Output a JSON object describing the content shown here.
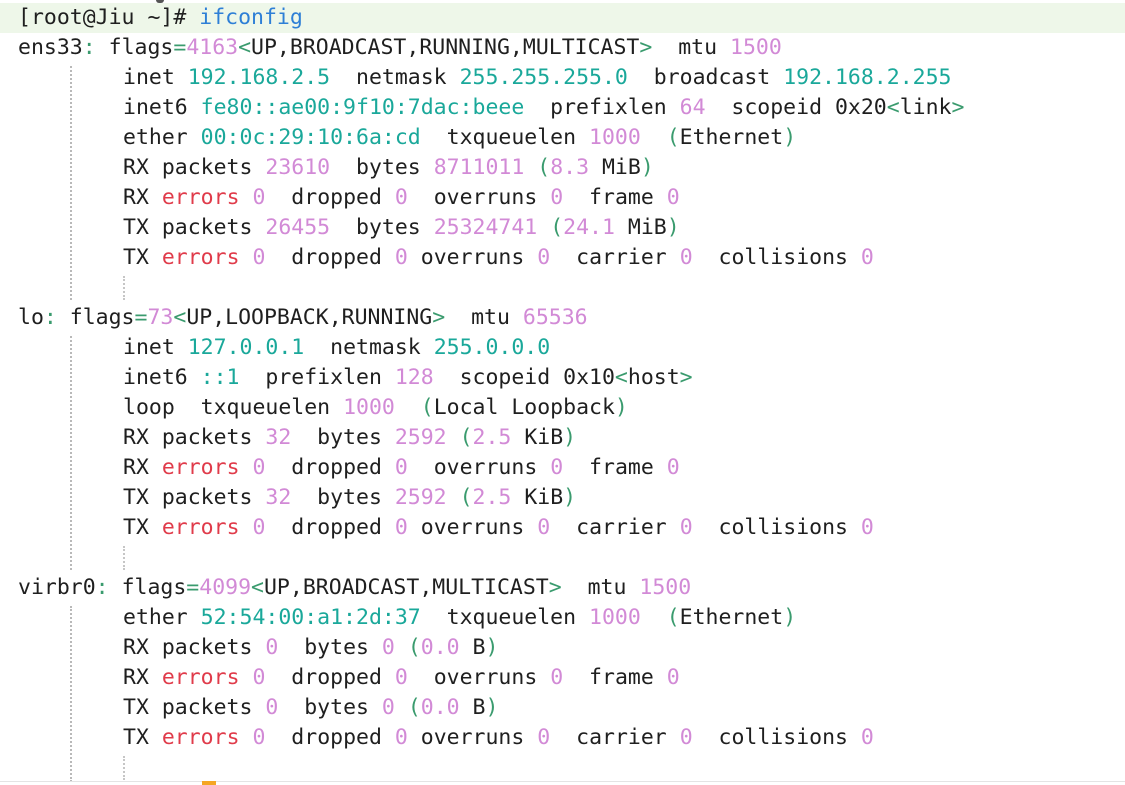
{
  "prompt": {
    "user_host": "[root@Jiu ~]",
    "symbol": "#",
    "command": "ifconfig"
  },
  "interfaces": [
    {
      "name": "ens33",
      "flags_value": "4163",
      "flags_list": "UP,BROADCAST,RUNNING,MULTICAST",
      "mtu": "1500",
      "lines": [
        "inet 192.168.2.5  netmask 255.255.255.0  broadcast 192.168.2.255",
        "inet6 fe80::ae00:9f10:7dac:beee  prefixlen 64  scopeid 0x20<link>",
        "ether 00:0c:29:10:6a:cd  txqueuelen 1000  (Ethernet)",
        "RX packets 23610  bytes 8711011 (8.3 MiB)",
        "RX errors 0  dropped 0  overruns 0  frame 0",
        "TX packets 26455  bytes 25324741 (24.1 MiB)",
        "TX errors 0  dropped 0 overruns 0  carrier 0  collisions 0"
      ]
    },
    {
      "name": "lo",
      "flags_value": "73",
      "flags_list": "UP,LOOPBACK,RUNNING",
      "mtu": "65536",
      "lines": [
        "inet 127.0.0.1  netmask 255.0.0.0",
        "inet6 ::1  prefixlen 128  scopeid 0x10<host>",
        "loop  txqueuelen 1000  (Local Loopback)",
        "RX packets 32  bytes 2592 (2.5 KiB)",
        "RX errors 0  dropped 0  overruns 0  frame 0",
        "TX packets 32  bytes 2592 (2.5 KiB)",
        "TX errors 0  dropped 0 overruns 0  carrier 0  collisions 0"
      ]
    },
    {
      "name": "virbr0",
      "flags_value": "4099",
      "flags_list": "UP,BROADCAST,MULTICAST",
      "mtu": "1500",
      "lines": [
        "ether 52:54:00:a1:2d:37  txqueuelen 1000  (Ethernet)",
        "RX packets 0  bytes 0 (0.0 B)",
        "RX errors 0  dropped 0  overruns 0  frame 0",
        "TX packets 0  bytes 0 (0.0 B)",
        "TX errors 0  dropped 0 overruns 0  carrier 0  collisions 0"
      ]
    }
  ],
  "colors": {
    "keyword": "#1f1f1f",
    "number": "#d28ad6",
    "address": "#1aa89a",
    "error_word": "#e03b4a",
    "command": "#2e7fd6",
    "prompt_highlight": "#eef7e9"
  }
}
